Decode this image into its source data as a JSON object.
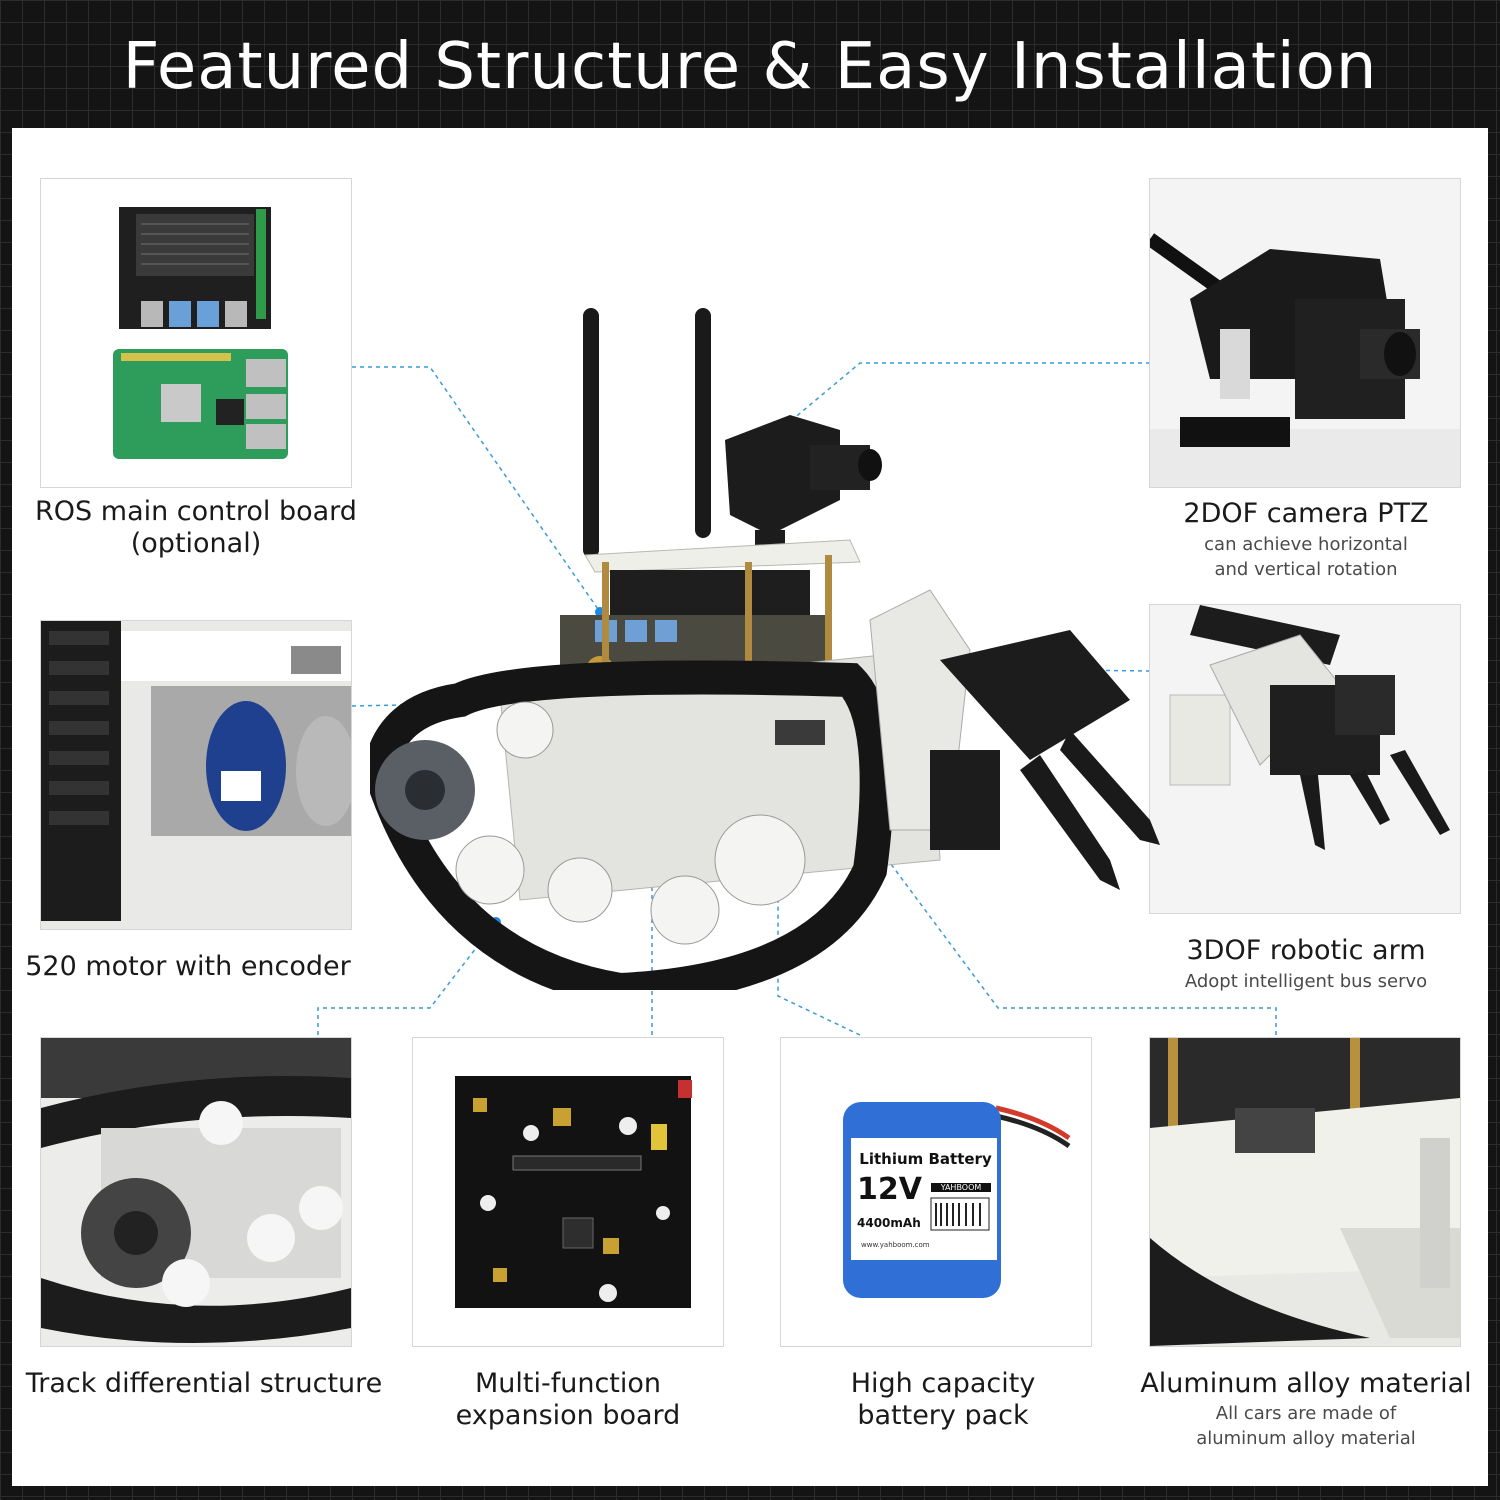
{
  "title": "Featured Structure & Easy Installation",
  "features": {
    "ros_board": {
      "label_line1": "ROS main control board",
      "label_line2": "(optional)"
    },
    "motor": {
      "label": "520 motor with encoder"
    },
    "track": {
      "label": "Track differential structure"
    },
    "expansion_board": {
      "label_line1": "Multi-function",
      "label_line2": "expansion board"
    },
    "battery": {
      "label_line1": "High capacity",
      "label_line2": "battery pack",
      "pack_title": "Lithium Battery",
      "pack_voltage": "12V",
      "pack_capacity": "4400mAh",
      "pack_brand": "YAHBOOM",
      "pack_site": "www.yahboom.com"
    },
    "camera": {
      "label": "2DOF camera PTZ",
      "desc_line1": "can achieve horizontal",
      "desc_line2": "and vertical rotation"
    },
    "arm": {
      "label": "3DOF robotic arm",
      "desc": "Adopt intelligent bus servo"
    },
    "aluminum": {
      "label": "Aluminum alloy material",
      "desc_line1": "All cars are made of",
      "desc_line2": "aluminum alloy material"
    }
  },
  "colors": {
    "background": "#141414",
    "panel": "#ffffff",
    "callout_line": "#3a9ad9",
    "callout_dot": "#1e88e5",
    "battery_blue": "#2f6fd6"
  },
  "icons": [
    "jetson-board-image",
    "raspberry-pi-board-image",
    "motor-image",
    "track-image",
    "expansion-board-image",
    "battery-image",
    "camera-ptz-image",
    "robotic-arm-image",
    "aluminum-chassis-image",
    "robot-car-image"
  ]
}
